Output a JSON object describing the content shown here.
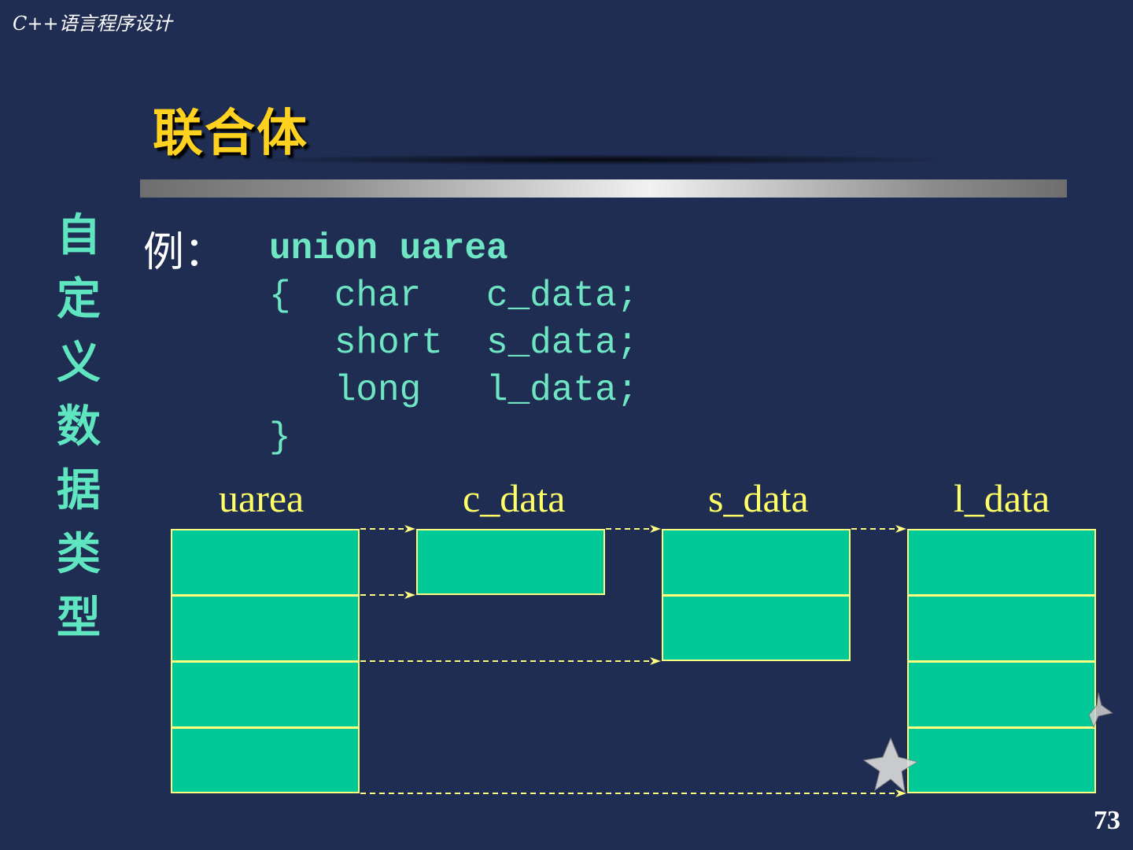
{
  "header": {
    "course": "C++语言程序设计"
  },
  "title": "联合体",
  "sidebar": {
    "chars": [
      "自",
      "定",
      "义",
      "数",
      "据",
      "类",
      "型"
    ]
  },
  "example_label": "例：",
  "code": {
    "line1": "union uarea",
    "line2": "{  char   c_data;",
    "line3": "   short  s_data;",
    "line4": "   long   l_data;",
    "line5": "}"
  },
  "diagram": {
    "labels": [
      "uarea",
      "c_data",
      "s_data",
      "l_data"
    ],
    "cell_counts": [
      4,
      1,
      2,
      4
    ]
  },
  "page_number": "73"
}
